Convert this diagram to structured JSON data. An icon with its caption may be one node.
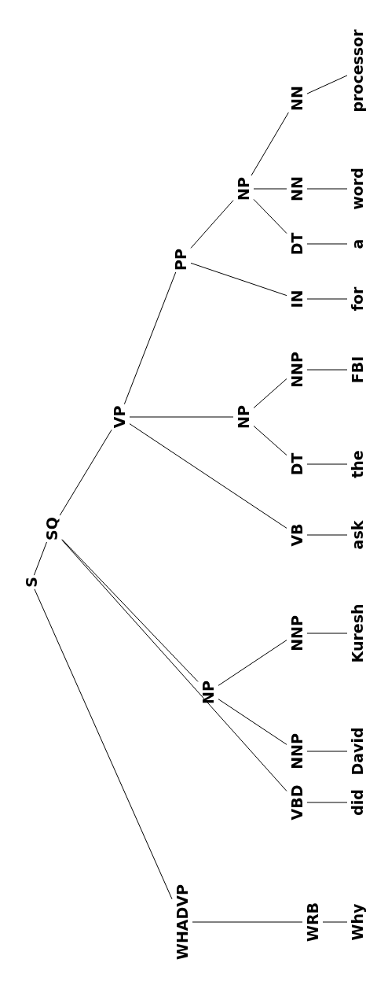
{
  "diagram": {
    "nodes": [
      {
        "text": [
          "S"
        ]
      },
      {
        "text": [
          "WHADVP"
        ]
      },
      {
        "text": [
          "WRB"
        ]
      },
      {
        "text": [
          "Why"
        ]
      },
      {
        "text": [
          "SQ"
        ]
      },
      {
        "text": [
          "VBD"
        ]
      },
      {
        "text": [
          "did"
        ]
      },
      {
        "text": [
          "NP"
        ]
      },
      {
        "text": [
          "NNP"
        ]
      },
      {
        "text": [
          "David"
        ]
      },
      {
        "text": [
          "NNP"
        ]
      },
      {
        "text": [
          "Kuresh"
        ]
      },
      {
        "text": [
          "VP"
        ]
      },
      {
        "text": [
          "VB"
        ]
      },
      {
        "text": [
          "ask"
        ]
      },
      {
        "text": [
          "NP"
        ]
      },
      {
        "text": [
          "DT"
        ]
      },
      {
        "text": [
          "the"
        ]
      },
      {
        "text": [
          "NNP"
        ]
      },
      {
        "text": [
          "FBI"
        ]
      },
      {
        "text": [
          "PP"
        ]
      },
      {
        "text": [
          "IN"
        ]
      },
      {
        "text": [
          "for"
        ]
      },
      {
        "text": [
          "NP"
        ]
      },
      {
        "text": [
          "DT"
        ]
      },
      {
        "text": [
          "a"
        ]
      },
      {
        "text": [
          "NN"
        ]
      },
      {
        "text": [
          "word"
        ]
      },
      {
        "text": [
          "NN"
        ]
      },
      {
        "text": [
          "processor"
        ]
      }
    ],
    "edges": [
      {
        "from": 0,
        "to": 1,
        "arrow": "none"
      },
      {
        "from": 1,
        "to": 2,
        "arrow": "none"
      },
      {
        "from": 2,
        "to": 3,
        "arrow": "none"
      },
      {
        "from": 0,
        "to": 4,
        "arrow": "none"
      },
      {
        "from": 4,
        "to": 5,
        "arrow": "none"
      },
      {
        "from": 5,
        "to": 6,
        "arrow": "none"
      },
      {
        "from": 4,
        "to": 7,
        "arrow": "none"
      },
      {
        "from": 7,
        "to": 8,
        "arrow": "none"
      },
      {
        "from": 8,
        "to": 9,
        "arrow": "none"
      },
      {
        "from": 7,
        "to": 10,
        "arrow": "none"
      },
      {
        "from": 10,
        "to": 11,
        "arrow": "none"
      },
      {
        "from": 4,
        "to": 12,
        "arrow": "none"
      },
      {
        "from": 12,
        "to": 13,
        "arrow": "none"
      },
      {
        "from": 13,
        "to": 14,
        "arrow": "none"
      },
      {
        "from": 12,
        "to": 15,
        "arrow": "none"
      },
      {
        "from": 15,
        "to": 16,
        "arrow": "none"
      },
      {
        "from": 16,
        "to": 17,
        "arrow": "none"
      },
      {
        "from": 15,
        "to": 18,
        "arrow": "none"
      },
      {
        "from": 18,
        "to": 19,
        "arrow": "none"
      },
      {
        "from": 12,
        "to": 20,
        "arrow": "none"
      },
      {
        "from": 20,
        "to": 21,
        "arrow": "none"
      },
      {
        "from": 21,
        "to": 22,
        "arrow": "none"
      },
      {
        "from": 20,
        "to": 23,
        "arrow": "none"
      },
      {
        "from": 23,
        "to": 24,
        "arrow": "none"
      },
      {
        "from": 24,
        "to": 25,
        "arrow": "none"
      },
      {
        "from": 23,
        "to": 26,
        "arrow": "none"
      },
      {
        "from": 26,
        "to": 27,
        "arrow": "none"
      },
      {
        "from": 23,
        "to": 28,
        "arrow": "none"
      },
      {
        "from": 28,
        "to": 29,
        "arrow": "none"
      }
    ]
  }
}
